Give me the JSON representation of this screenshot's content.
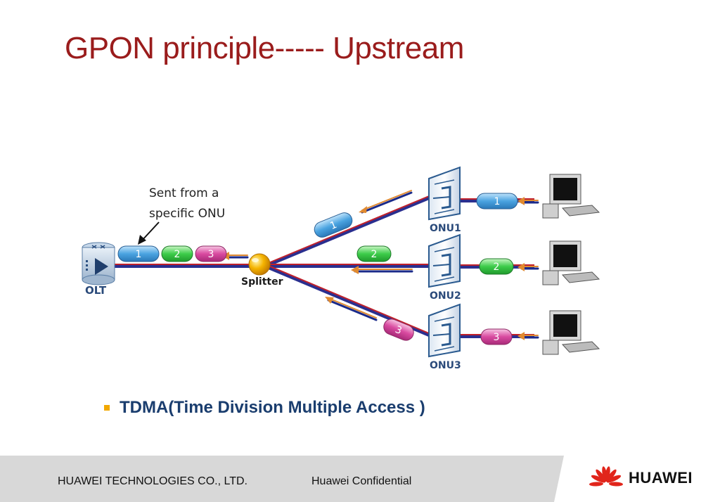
{
  "slide": {
    "title": "GPON principle----- Upstream"
  },
  "diagram": {
    "annotation_line1": "Sent from a",
    "annotation_line2": "specific ONU",
    "olt_label": "OLT",
    "splitter_label": "Splitter",
    "onus": [
      {
        "label": "ONU1",
        "packet": "1",
        "color": "#4aa3e0"
      },
      {
        "label": "ONU2",
        "packet": "2",
        "color": "#3dcc4a"
      },
      {
        "label": "ONU3",
        "packet": "3",
        "color": "#d94aa0"
      }
    ],
    "trunk_packets": [
      "1",
      "2",
      "3"
    ],
    "colors": {
      "fiber": "#2a2f8f",
      "fiber_red": "#c0202a",
      "arrow": "#d07020",
      "label": "#2a4a7a"
    }
  },
  "bullet": {
    "text": "TDMA(Time Division Multiple Access )"
  },
  "footer": {
    "company": "HUAWEI TECHNOLOGIES CO., LTD.",
    "confidential": "Huawei Confidential",
    "brand": "HUAWEI"
  }
}
